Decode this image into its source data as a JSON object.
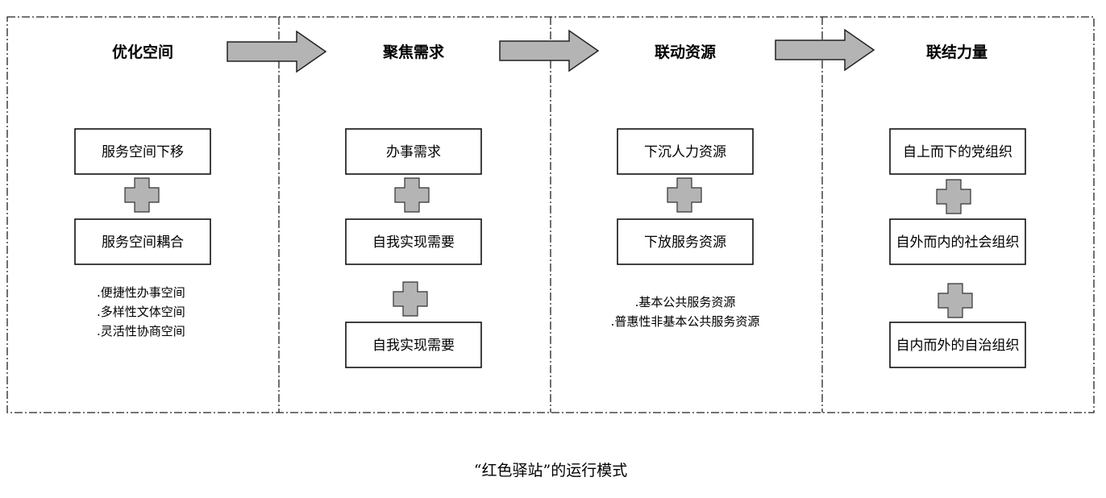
{
  "caption": "“红色驿站”的运行模式",
  "columns": [
    {
      "title": "优化空间",
      "boxes": [
        "服务空间下移",
        "服务空间耦合"
      ],
      "notes": [
        ".便捷性办事空间",
        ".多样性文体空间",
        ".灵活性协商空间"
      ]
    },
    {
      "title": "聚焦需求",
      "boxes": [
        "办事需求",
        "自我实现需要",
        "自我实现需要"
      ],
      "notes": []
    },
    {
      "title": "联动资源",
      "boxes": [
        "下沉人力资源",
        "下放服务资源"
      ],
      "notes": [
        ".基本公共服务资源",
        ".普惠性非基本公共服务资源"
      ]
    },
    {
      "title": "联结力量",
      "boxes": [
        "自上而下的党组织",
        "自外而内的社会组织",
        "自内而外的自治组织"
      ],
      "notes": []
    }
  ],
  "colors": {
    "line": "#222222",
    "box_border": "#111111",
    "shape_fill": "#b4b4b4",
    "shape_stroke": "#333333"
  }
}
